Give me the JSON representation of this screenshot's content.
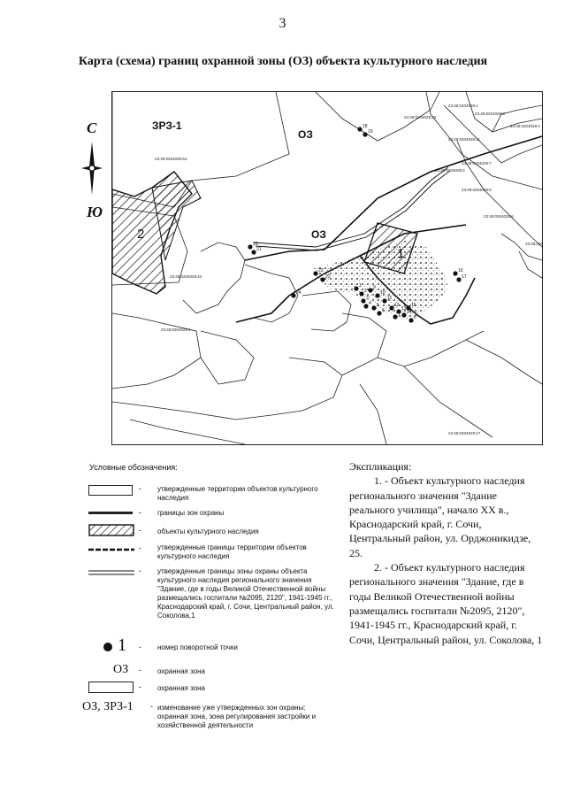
{
  "page_number": "3",
  "title": "Карта (схема) границ охранной зоны (ОЗ) объекта культурного наследия",
  "compass": {
    "north": "С",
    "south": "Ю"
  },
  "map": {
    "zone_labels": [
      "ЗРЗ-1",
      "ОЗ",
      "ОЗ"
    ],
    "object_labels": [
      "2",
      "1"
    ],
    "point_labels": [
      "1",
      "2",
      "3",
      "4",
      "5",
      "6",
      "7",
      "8",
      "9",
      "10",
      "11",
      "12",
      "13",
      "14",
      "15",
      "16",
      "17",
      "18",
      "19",
      "20",
      "21",
      "22",
      "23",
      "24"
    ]
  },
  "legend": {
    "title": "Условные обозначения:",
    "items": [
      {
        "symbol": "box-solid",
        "text": "утвержденные территории объектов культурного наследия"
      },
      {
        "symbol": "line-thick",
        "text": "границы зон охраны"
      },
      {
        "symbol": "box-hatched",
        "text": "объекты культурного наследия"
      },
      {
        "symbol": "line-dashed",
        "text": "утвержденные границы территории объектов культурного наследия"
      },
      {
        "symbol": "line-double",
        "text": "утвержденные границы зоны охраны объекта культурного наследия регионального значения \"Здание, где в годы Великой Отечественной войны размещались госпитали №2095, 2120\", 1941-1945 гг., Краснодарский край, г. Сочи, Центральный район, ул. Соколова,1"
      },
      {
        "symbol": "dot",
        "symbol_text": "1",
        "text": "номер поворотной точки"
      },
      {
        "symbol": "text",
        "symbol_text": "ОЗ",
        "text": "охранная зона"
      },
      {
        "symbol": "box-open",
        "text": "охранная зона"
      },
      {
        "symbol": "text",
        "symbol_text": "ОЗ, ЗРЗ-1",
        "text": "изменование уже утвержденных зон охраны: охранная зона, зона регулирования застройки и хозяйственной деятельности"
      }
    ]
  },
  "explication": {
    "title": "Экспликация:",
    "items": [
      "1. - Объект культурного наследия регионального значения \"Здание реального училища\", начало XX в., Краснодарский край, г. Сочи, Центральный район, ул. Орджоникидзе, 25.",
      "2. - Объект культурного наследия регионального значения \"Здание, где в годы Великой Отечественной войны размещались госпитали №2095, 2120\", 1941-1945 гг., Краснодарский край, г. Сочи, Центральный район, ул. Соколова, 1"
    ]
  }
}
